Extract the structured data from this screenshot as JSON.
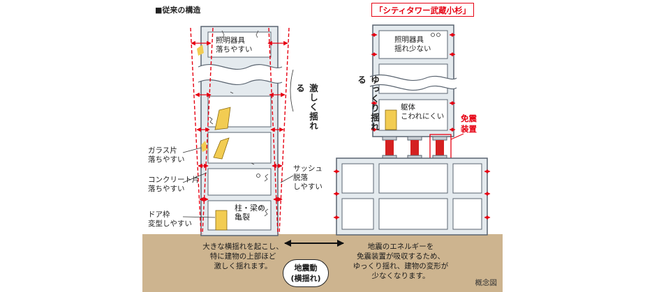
{
  "left": {
    "heading": "■従来の構造",
    "room_label_top": "照明器具\n落ちやすい",
    "room_label_bottom": "柱・梁の\n亀裂",
    "side_vertical": "激しく揺れる",
    "callout_glass": "ガラス片\n落ちやすい",
    "callout_concrete": "コンクリート片\n落ちやすい",
    "callout_door": "ドア枠\n変型しやすい",
    "callout_sash": "サッシュ\n脱落\nしやすい",
    "caption": "大きな横揺れを起こし、\n特に建物の上部ほど\n激しく揺れます。"
  },
  "right": {
    "title": "「シティタワー武蔵小杉」",
    "room_label_top": "照明器具\n揺れ少ない",
    "room_label_bottom": "躯体\nこわれにくい",
    "side_vertical": "ゆっくり揺れる",
    "isolator_label": "免震\n装置",
    "caption": "地震のエネルギーを\n免震装置が吸収するため、\nゆっくり揺れ、建物の変形が\n少なくなります。"
  },
  "center": {
    "quake_label": "地震動\n(横揺れ)"
  },
  "note": "概念図",
  "colors": {
    "red": "#e60012",
    "building_fill": "#e4eaee",
    "building_stroke": "#5a6470",
    "ground": "#cdb48f",
    "door": "#f2cc52"
  }
}
